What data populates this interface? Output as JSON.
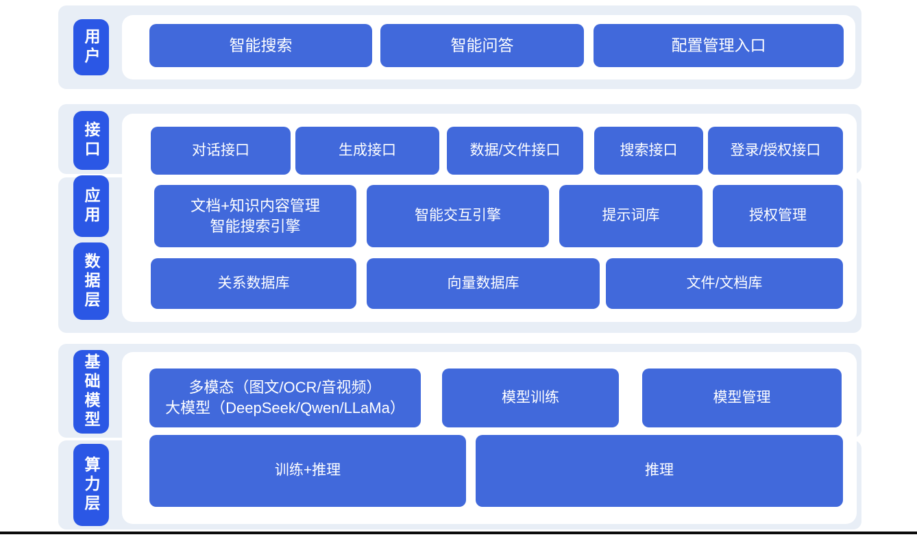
{
  "diagram": {
    "title": "AI platform layered architecture diagram",
    "colors": {
      "band_background": "#e8eef6",
      "panel_background": "#ffffff",
      "layer_label_blue": "#2b57e5",
      "node_blue": "#4169db",
      "text_white": "#ffffff",
      "bottom_rule_black": "#0b0b0b"
    },
    "layers": {
      "user": {
        "label": "用户",
        "buttons": [
          "智能搜索",
          "智能问答",
          "配置管理入口"
        ]
      },
      "interface": {
        "label": "接口",
        "buttons": [
          "对话接口",
          "生成接口",
          "数据/文件接口",
          "搜索接口",
          "登录/授权接口"
        ]
      },
      "application": {
        "label": "应用",
        "buttons": [
          "文档+知识内容管理\n智能搜索引擎",
          "智能交互引擎",
          "提示词库",
          "授权管理"
        ]
      },
      "data": {
        "label": "数据层",
        "buttons": [
          "关系数据库",
          "向量数据库",
          "文件/文档库"
        ]
      },
      "foundation": {
        "label": "基础模型",
        "buttons": [
          "多模态（图文/OCR/音视频）\n大模型（DeepSeek/Qwen/LLaMa）",
          "模型训练",
          "模型管理"
        ]
      },
      "compute": {
        "label": "算力层",
        "buttons": [
          "训练+推理",
          "推理"
        ]
      }
    }
  }
}
